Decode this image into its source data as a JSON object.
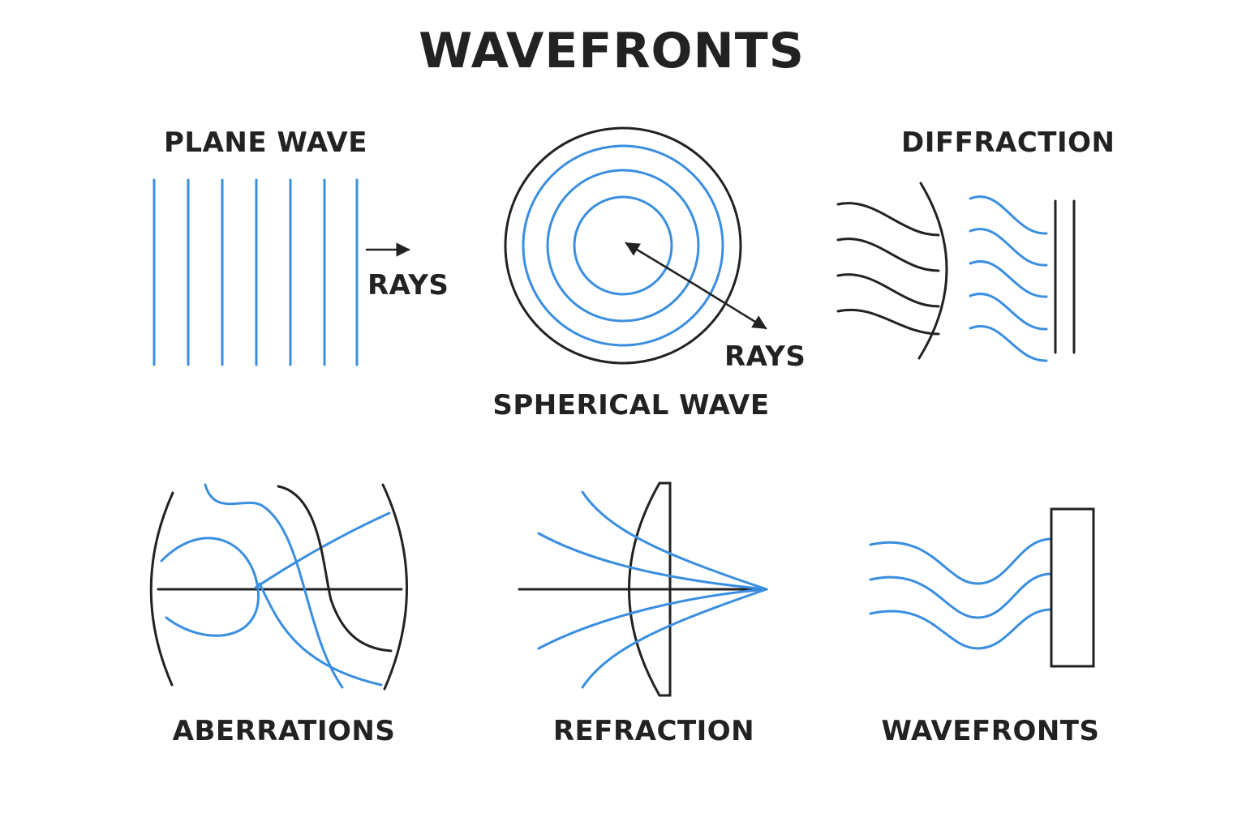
{
  "title": "WAVEFRONTS",
  "panels": {
    "plane_wave": {
      "label": "PLANE WAVE",
      "ray_label": "RAYS"
    },
    "spherical_wave": {
      "label": "SPHERICAL WAVE",
      "ray_label": "RAYS"
    },
    "diffraction": {
      "label": "DIFFRACTION"
    },
    "aberrations": {
      "label": "ABERRATIONS"
    },
    "refraction": {
      "label": "REFRACTION"
    },
    "wavefronts": {
      "label": "WAVEFRONTS"
    }
  },
  "colors": {
    "wave": "#3a8ee0",
    "ink": "#222222",
    "background": "#ffffff"
  }
}
